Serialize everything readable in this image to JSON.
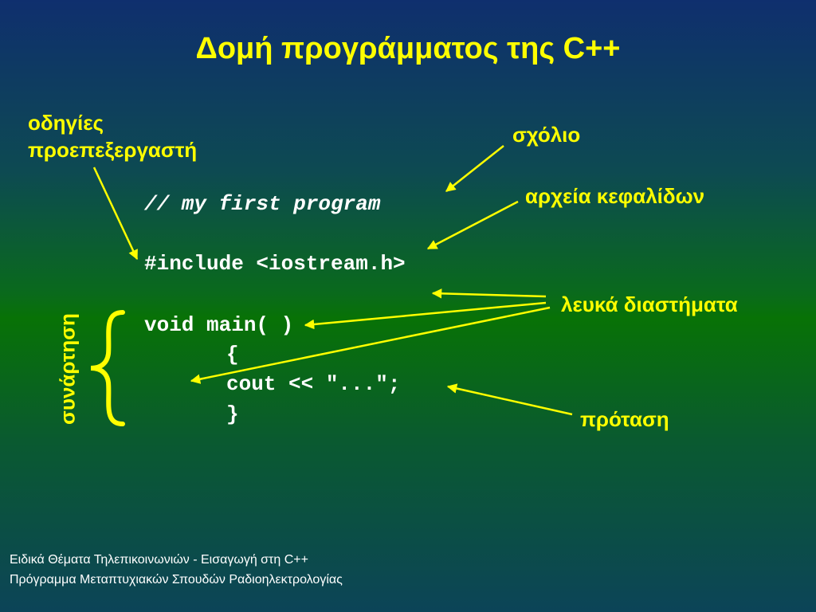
{
  "slide": {
    "title": "Δομή προγράμματος της C++",
    "labels": {
      "preprocessor_line1": "οδηγίες",
      "preprocessor_line2": "προεπεξεργαστή",
      "comment": "σχόλιο",
      "header_files": "αρχεία κεφαλίδων",
      "whitespace": "λευκά διαστήματα",
      "statement": "πρόταση",
      "function": "συνάρτηση"
    },
    "code": {
      "line1": "// my first program",
      "line2": "#include <iostream.h>",
      "line3": "void main( )",
      "line4": "{",
      "line5": "cout << \"...\";",
      "line6": "}"
    },
    "footer": {
      "line1": "Ειδικά Θέματα Τηλεπικοινωνιών - Εισαγωγή στη C++",
      "line2": "Πρόγραμμα Μεταπτυχιακών Σπουδών Ραδιοηλεκτρολογίας"
    },
    "colors": {
      "accent": "#ffff00",
      "code": "#ffffff",
      "footer": "#ffffff"
    }
  }
}
